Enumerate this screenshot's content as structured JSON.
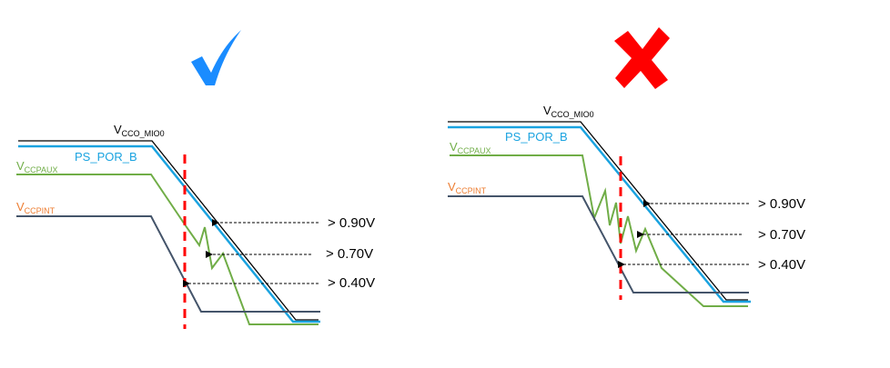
{
  "colors": {
    "vcco": "#000000",
    "ps_por_b": "#1aa3e0",
    "vccpaux": "#70ad47",
    "vccpint_line": "#44546a",
    "vccpint_label": "#ed7d31",
    "marker": "#ff0000",
    "check": "#1a8cff",
    "cross": "#ff0000"
  },
  "left_panel": {
    "status_icon": "checkmark-icon",
    "labels": {
      "vcco_main": "V",
      "vcco_sub": "CCO_MIO0",
      "ps_por_b": "PS_POR_B",
      "vccpaux_main": "V",
      "vccpaux_sub": "CCPAUX",
      "vccpint_main": "V",
      "vccpint_sub": "CCPINT"
    },
    "thresholds": [
      "> 0.90V",
      "> 0.70V",
      "> 0.40V"
    ]
  },
  "right_panel": {
    "status_icon": "cross-icon",
    "labels": {
      "vcco_main": "V",
      "vcco_sub": "CCO_MIO0",
      "ps_por_b": "PS_POR_B",
      "vccpaux_main": "V",
      "vccpaux_sub": "CCPAUX",
      "vccpint_main": "V",
      "vccpint_sub": "CCPINT"
    },
    "thresholds": [
      "> 0.90V",
      "> 0.70V",
      "> 0.40V"
    ]
  }
}
